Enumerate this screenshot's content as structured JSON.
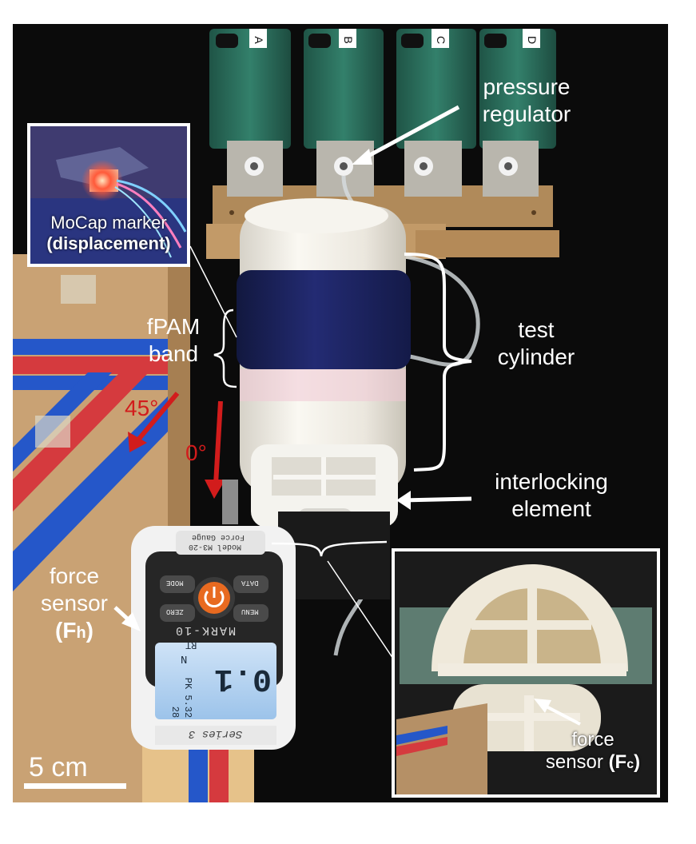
{
  "labels": {
    "pressure_regulator_line1": "pressure",
    "pressure_regulator_line2": "regulator",
    "test_cylinder_line1": "test",
    "test_cylinder_line2": "cylinder",
    "fpam_band_line1": "fPAM",
    "fpam_band_line2": "band",
    "interlocking_line1": "interlocking",
    "interlocking_line2": "element",
    "force_sensor_h_line1": "force",
    "force_sensor_h_line2": "sensor",
    "force_sensor_h_symbol": "(F",
    "force_sensor_h_sub": "h",
    "force_sensor_h_close": ")",
    "angle_45": "45°",
    "angle_0": "0°",
    "scale_bar": "5 cm"
  },
  "inset_mocap": {
    "line1": "MoCap marker",
    "line2": "(displacement)"
  },
  "inset_fc": {
    "line1": "force",
    "line2_prefix": "sensor ",
    "symbol": "(F",
    "sub": "c",
    "close": ")"
  },
  "regulator_tags": [
    "A",
    "B",
    "C",
    "D"
  ],
  "gauge": {
    "brand": "Force Gauge",
    "model": "Model M3-20",
    "series": "Series 3",
    "name": "MARK-10",
    "reading": "0.1",
    "unit": "N",
    "mode": "RT",
    "peak": "PK 5.32",
    "peak2": "28",
    "buttons": [
      "MODE",
      "DATA",
      "ZERO",
      "MENU"
    ]
  },
  "colors": {
    "annotation": "#ffffff",
    "arrow_red": "#d21c1c",
    "background": "#0a0a0a",
    "regulator": "#2c6b5a",
    "cylinder": "#f2efe8",
    "band": "#1a2160",
    "cardboard": "#c9a274",
    "tape_blue": "#2557c9",
    "tape_red": "#d53a3e"
  }
}
